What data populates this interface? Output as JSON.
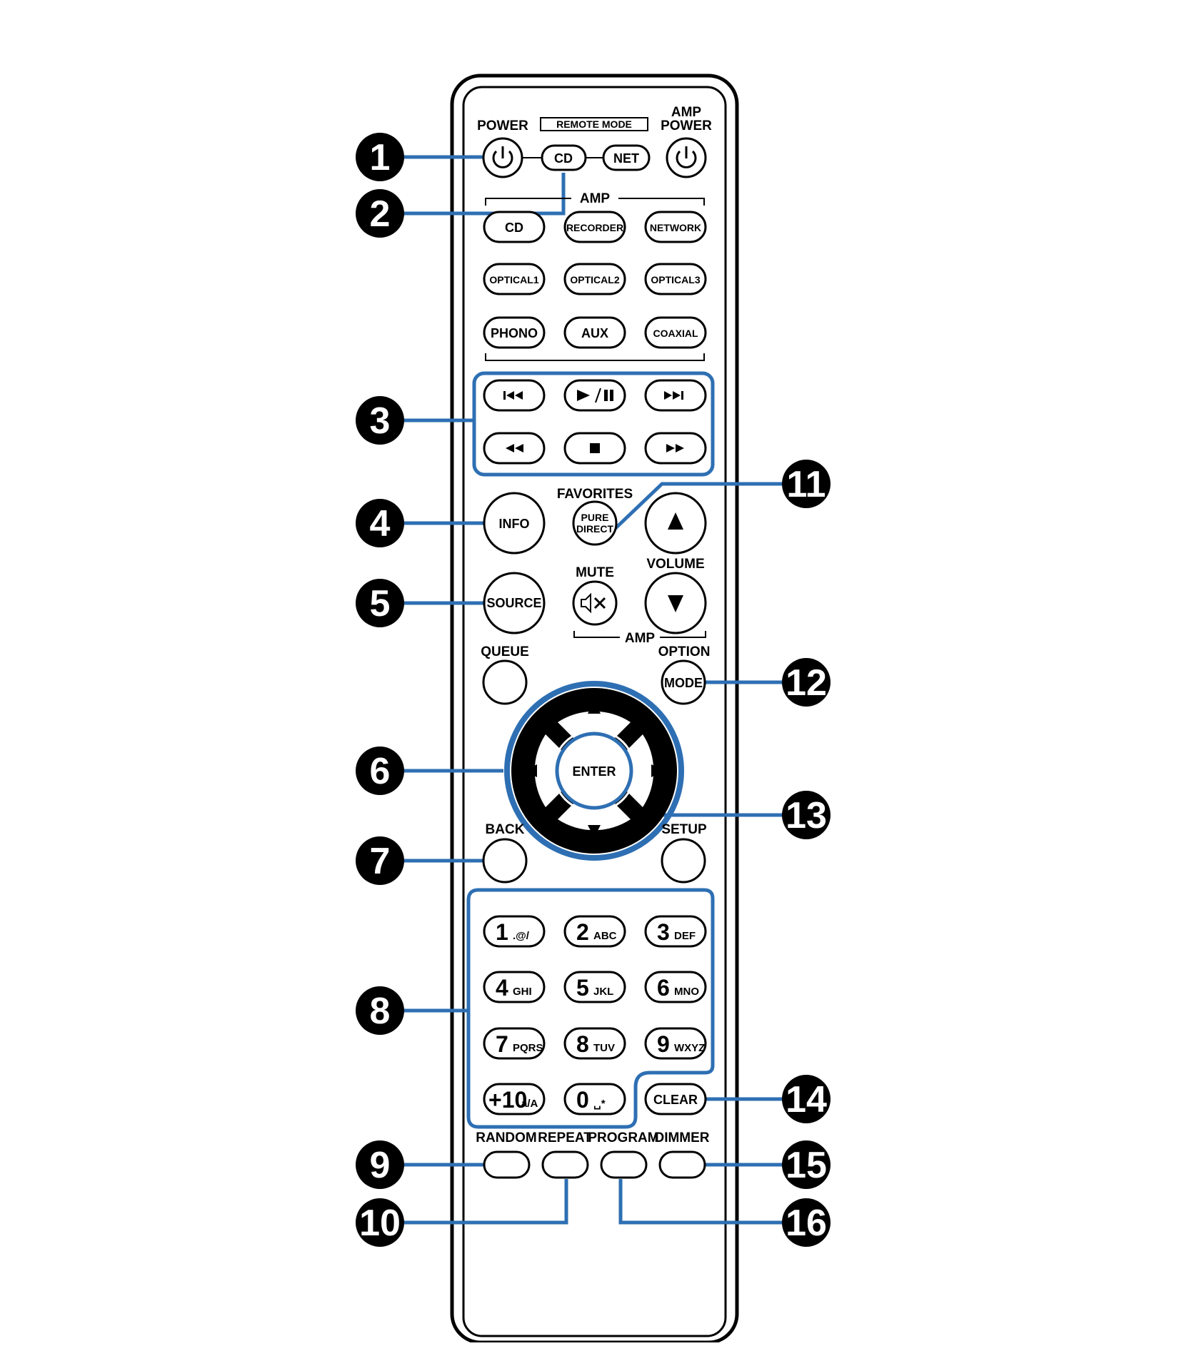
{
  "labels": {
    "power": "POWER",
    "remote_mode": "REMOTE MODE",
    "amp_power_1": "AMP",
    "amp_power_2": "POWER",
    "amp_group": "AMP",
    "amp_group_2": "AMP",
    "favorites": "FAVORITES",
    "mute": "MUTE",
    "volume": "VOLUME",
    "queue": "QUEUE",
    "option": "OPTION",
    "back": "BACK",
    "setup": "SETUP",
    "random": "RANDOM",
    "repeat": "REPEAT",
    "program": "PROGRAM",
    "dimmer": "DIMMER"
  },
  "buttons": {
    "remote_cd": "CD",
    "remote_net": "NET",
    "src_cd": "CD",
    "recorder": "RECORDER",
    "network": "NETWORK",
    "optical1": "OPTICAL1",
    "optical2": "OPTICAL2",
    "optical3": "OPTICAL3",
    "phono": "PHONO",
    "aux": "AUX",
    "coaxial": "COAXIAL",
    "info": "INFO",
    "pure_1": "PURE",
    "pure_2": "DIRECT",
    "source": "SOURCE",
    "mode": "MODE",
    "enter": "ENTER",
    "clear": "CLEAR"
  },
  "keypad": [
    {
      "num": "1",
      "sub": ".@/"
    },
    {
      "num": "2",
      "sub": "ABC"
    },
    {
      "num": "3",
      "sub": "DEF"
    },
    {
      "num": "4",
      "sub": "GHI"
    },
    {
      "num": "5",
      "sub": "JKL"
    },
    {
      "num": "6",
      "sub": "MNO"
    },
    {
      "num": "7",
      "sub": "PQRS"
    },
    {
      "num": "8",
      "sub": "TUV"
    },
    {
      "num": "9",
      "sub": "WXYZ"
    },
    {
      "num": "+10",
      "sub": "a/A"
    },
    {
      "num": "0",
      "sub": "␣*"
    }
  ],
  "callouts": [
    "1",
    "2",
    "3",
    "4",
    "5",
    "6",
    "7",
    "8",
    "9",
    "10",
    "11",
    "12",
    "13",
    "14",
    "15",
    "16"
  ],
  "colors": {
    "highlight": "#2e6fb3",
    "outline": "#000000",
    "callout_fill": "#000000"
  },
  "icons": {
    "power": "power-icon",
    "amp_power": "power-icon",
    "prev": "skip-back-icon",
    "play_pause": "play-pause-icon",
    "next": "skip-forward-icon",
    "rewind": "rewind-icon",
    "stop": "stop-icon",
    "forward": "fast-forward-icon",
    "mute": "mute-icon",
    "vol_up": "triangle-up-icon",
    "vol_down": "triangle-down-icon",
    "nav_up": "arrow-up-icon",
    "nav_down": "arrow-down-icon",
    "nav_left": "arrow-left-icon",
    "nav_right": "arrow-right-icon"
  }
}
